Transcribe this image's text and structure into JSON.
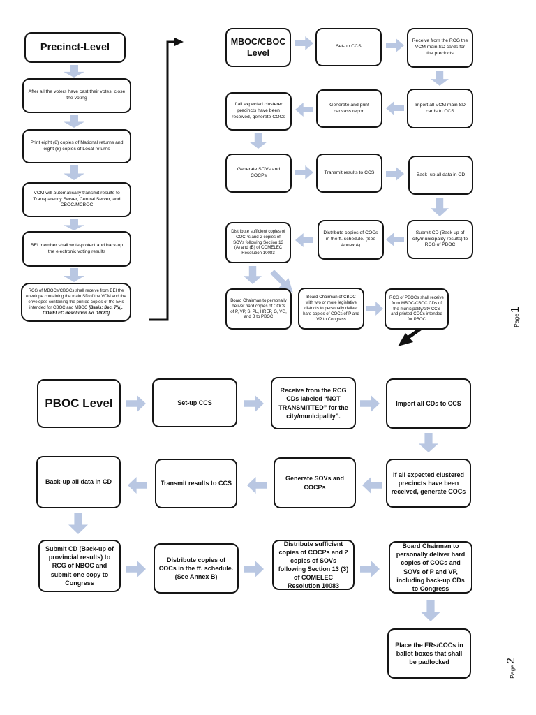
{
  "colors": {
    "arrow_fill": "#b9c7e2",
    "box_border": "#151515",
    "background": "#ffffff"
  },
  "page1": {
    "label_word": "Page",
    "label_num": "1",
    "precinct": {
      "title": "Precinct-Level",
      "step1": "After all the voters have cast their votes, close the voting",
      "step2": "Print eight (8) copies of National returns and eight (8) copies of Local returns",
      "step3": "VCM will automatically transmit results to Transparency Server, Central Server, and CBOC/MCBOC",
      "step4": "BEI member shall write-protect and back-up the electronic voting results",
      "step5_main": "RCG of MBOCs/CBOCs shall  receive from BEI the envelope containing the main SD of the VCM and the envelopes containing the printed copies of the ERs intended for CBOC and MBOC ",
      "step5_basis": "[Basis: Sec. 7(a), COMELEC Resolution No. 10083]"
    },
    "mboc": {
      "title": "MBOC/CBOC Level",
      "setup_ccs": "Set-up CCS",
      "receive_sd": "Receive from the RCG the VCM main SD cards for the precincts",
      "import_sd": "Import all  VCM main SD cards to CCS",
      "canvass_report": "Generate and print canvass report",
      "generate_cocs": "If all expected clustered precincts have been received, generate COCs",
      "generate_sovs": "Generate SOVs and COCPs",
      "transmit": "Transmit results to CCS",
      "backup": "Back -up all data in CD",
      "submit_cd": "Submit CD (Back-up of city/municipality results) to RCG of PBOC",
      "distribute_cocs": "Distribute copies of COCs in the ff. schedule. (See Annex A)",
      "distribute_cocps": "Distribute sufficient copies of COCPs and 2 copies of SOVs following Section 13 (A) and (B) of COMELEC Resolution 10083",
      "deliver_pboc": "Board Chairman to personally deliver hard copies of COCs of P, VP, S, PL, HREP, G, VG, and B to PBOC",
      "deliver_congress": "Board Chairman of CBOC with two or more legislative districts to personally deliver hard copies of COCs of P and VP to Congress",
      "rcg_receive": "RCG of PBOCs shall receive from MBOC/CBOC CDs of the municipality/city CCS and printed COCs intended for PBOC"
    }
  },
  "page2": {
    "label_word": "Page",
    "label_num": "2",
    "pboc": {
      "title": "PBOC Level",
      "setup_ccs": "Set-up CCS",
      "receive_cds": "Receive from the RCG CDs labeled “NOT TRANSMITTED” for the city/municipality”.",
      "import_cds": "Import all CDs to CCS",
      "generate_cocs": "If all expected clustered precincts have been received, generate COCs",
      "generate_sovs": "Generate SOVs and COCPs",
      "transmit": "Transmit results to CCS",
      "backup": "Back-up all data in CD",
      "submit_cd": "Submit CD (Back-up of provincial results) to RCG of NBOC and submit one copy to Congress",
      "distribute_cocs": "Distribute copies of COCs in the ff. schedule. (See Annex B)",
      "distribute_cocps": "Distribute sufficient copies of COCPs and 2 copies of SOVs following Section 13 (3) of COMELEC Resolution 10083",
      "deliver_congress": "Board Chairman to personally deliver hard copies of COCs and SOVs of P and VP, including back-up CDs to Congress",
      "place_ballot": "Place the ERs/COCs in ballot boxes that shall be padlocked"
    }
  }
}
